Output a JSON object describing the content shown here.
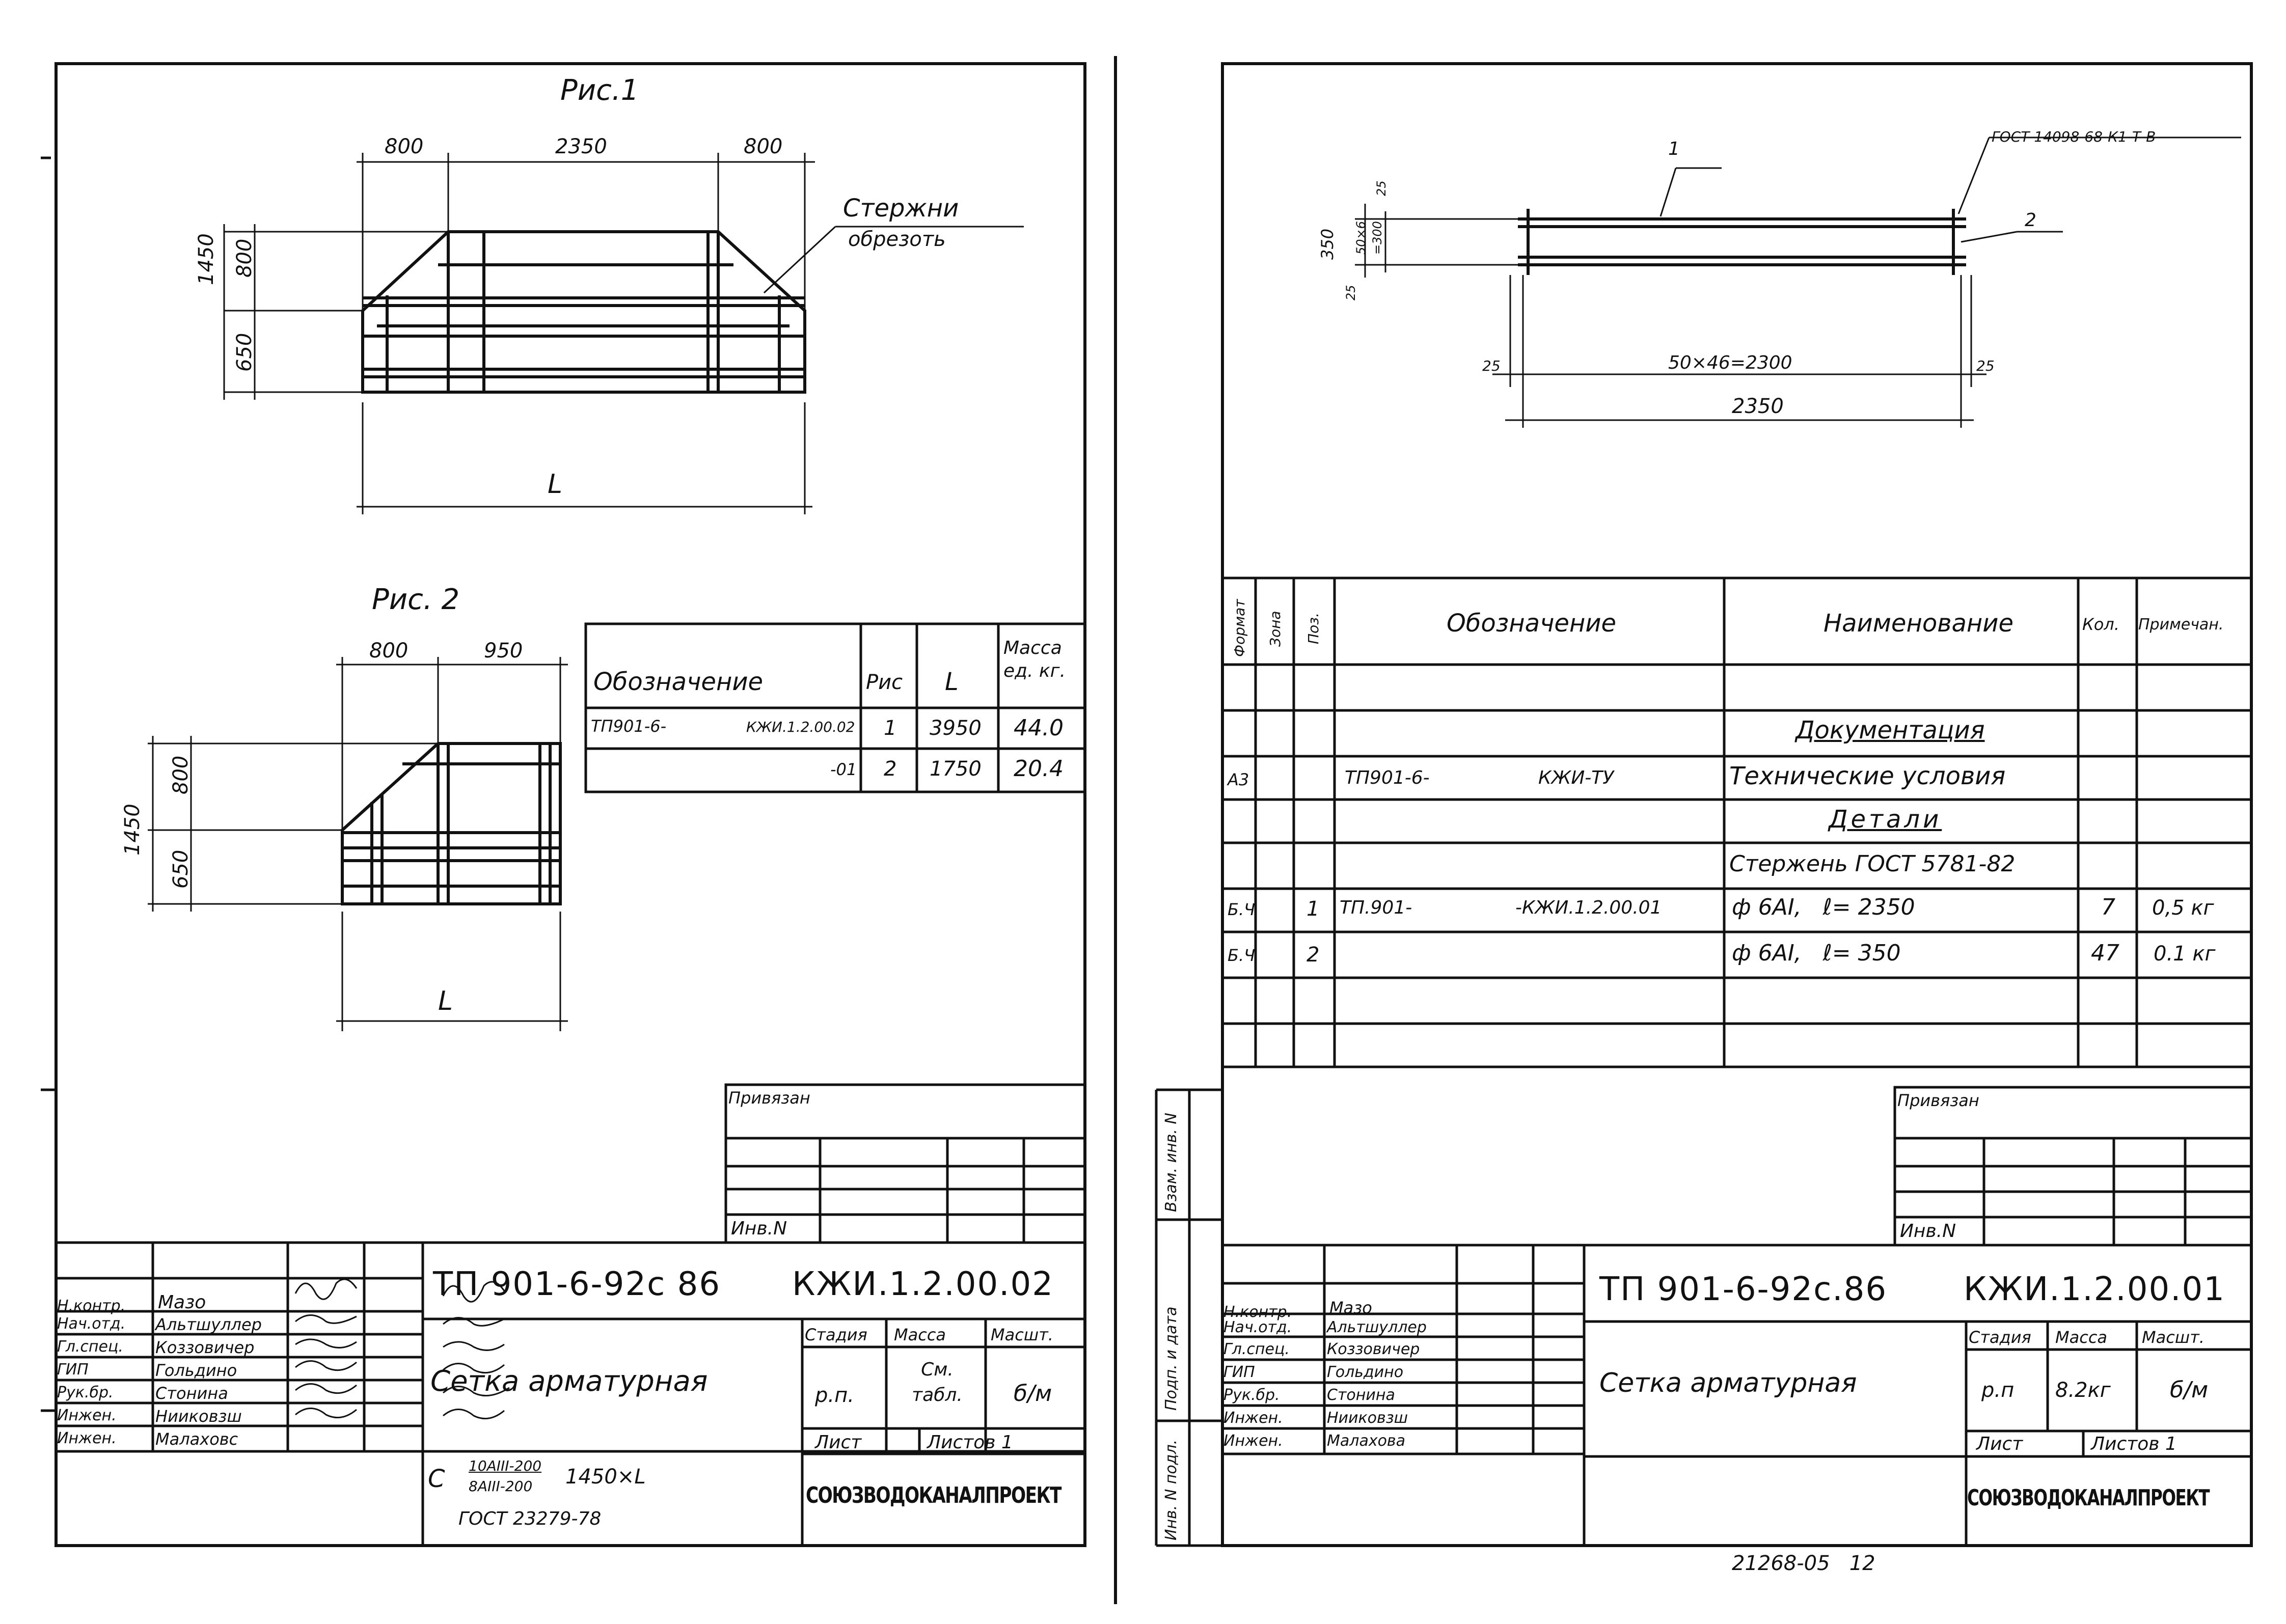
{
  "left": {
    "fig1": {
      "title": "Рис.1",
      "d_top": [
        "800",
        "2350",
        "800"
      ],
      "d_left": [
        "1450",
        "800",
        "650"
      ],
      "label_L": "L",
      "note1": "Стержни",
      "note2": "обрезоть"
    },
    "fig2": {
      "title": "Рис. 2",
      "d_top": [
        "800",
        "950"
      ],
      "d_left": [
        "1450",
        "800",
        "650"
      ],
      "label_L": "L"
    },
    "table": {
      "headers": [
        "Обозначение",
        "Рис",
        "L",
        "Масса ед. кг."
      ],
      "rows": [
        {
          "code": "ТП901-6-",
          "ref": "КЖИ.1.2.00.02",
          "fig": "1",
          "L": "3950",
          "mass": "44.0"
        },
        {
          "code": "",
          "ref": "-01",
          "fig": "2",
          "L": "1750",
          "mass": "20.4"
        }
      ]
    },
    "privyazan": "Привязан",
    "inv": "Инв.N",
    "stamp": {
      "roles": [
        "Н.контр.",
        "Нач.отд.",
        "Гл.спец.",
        "ГИП",
        "Рук.бр.",
        "Инжен.",
        "Инжен."
      ],
      "names": [
        "Мазо",
        "Альтшуллер",
        "Коззовичер",
        "Гольдино",
        "Стонина",
        "Нииковзш",
        "Малаховс"
      ],
      "project": "ТП 901-6-92с 86",
      "code": "КЖИ.1.2.00.02",
      "title": "Сетка арматурная",
      "col_heads": [
        "Стадия",
        "Масса",
        "Масшт."
      ],
      "stage": "р.п.",
      "mass": "См. табл.",
      "scale": "б/м",
      "sheet": "Лист",
      "sheets": "Листов 1",
      "formula_c": "С",
      "formula_top": "10АIII-200",
      "formula_bot": "8АIII-200",
      "formula_dims": "1450×L",
      "gost": "ГОСТ 23279-78",
      "org": "СОЮЗВОДОКАНАЛПРОЕКТ"
    }
  },
  "right": {
    "draw": {
      "pos1": "1",
      "pos2": "2",
      "gost_note": "ГОСТ 14098-68-К1-Т-В",
      "d_v1": "350",
      "d_v2": "50×6",
      "d_v3": "25",
      "d_v4": "25",
      "d_v5": "=300",
      "d_h1": "25",
      "d_h2": "50×46=2300",
      "d_h3": "25",
      "d_total": "2350"
    },
    "spec_headers": [
      "Формат",
      "Зона",
      "Поз.",
      "Обозначение",
      "Наименование",
      "Кол.",
      "Примечан."
    ],
    "spec_rows": [
      {
        "fmt": "",
        "zone": "",
        "pos": "",
        "code": "",
        "ref": "",
        "name": "Документация",
        "qty": "",
        "note": "",
        "u": true
      },
      {
        "fmt": "А3",
        "zone": "",
        "pos": "",
        "code": "ТП901-6-",
        "ref": "КЖИ-ТУ",
        "name": "Технические условия",
        "qty": "",
        "note": "",
        "u": false
      },
      {
        "fmt": "",
        "zone": "",
        "pos": "",
        "code": "",
        "ref": "",
        "name": "Детали",
        "qty": "",
        "note": "",
        "u": true
      },
      {
        "fmt": "",
        "zone": "",
        "pos": "",
        "code": "",
        "ref": "",
        "name": "Стержень ГОСТ 5781-82",
        "qty": "",
        "note": "",
        "u": false
      },
      {
        "fmt": "Б.Ч",
        "zone": "",
        "pos": "1",
        "code": "ТП.901-",
        "ref": "-КЖИ.1.2.00.01",
        "name": "ф 6АI,   ℓ= 2350",
        "qty": "7",
        "note": "0,5 кг",
        "u": false
      },
      {
        "fmt": "Б.Ч",
        "zone": "",
        "pos": "2",
        "code": "",
        "ref": "",
        "name": "ф 6АI,   ℓ= 350",
        "qty": "47",
        "note": "0.1 кг",
        "u": false
      }
    ],
    "side_labels": [
      "Взам. инв. N",
      "Подп. и дата",
      "Инв. N подл."
    ],
    "privyazan": "Привязан",
    "inv": "Инв.N",
    "stamp": {
      "roles": [
        "Н.контр.",
        "Нач.отд.",
        "Гл.спец.",
        "ГИП",
        "Рук.бр.",
        "Инжен.",
        "Инжен."
      ],
      "names": [
        "Мазо",
        "Альтшуллер",
        "Коззовичер",
        "Гольдино",
        "Стонина",
        "Нииковзш",
        "Малахова"
      ],
      "project": "ТП 901-6-92с.86",
      "code": "КЖИ.1.2.00.01",
      "title": "Сетка арматурная",
      "col_heads": [
        "Стадия",
        "Масса",
        "Масшт."
      ],
      "stage": "р.п",
      "mass": "8.2кг",
      "scale": "б/м",
      "sheet": "Лист",
      "sheets": "Листов 1",
      "org": "СОЮЗВОДОКАНАЛПРОЕКТ"
    },
    "footer": "21268-05   12"
  }
}
